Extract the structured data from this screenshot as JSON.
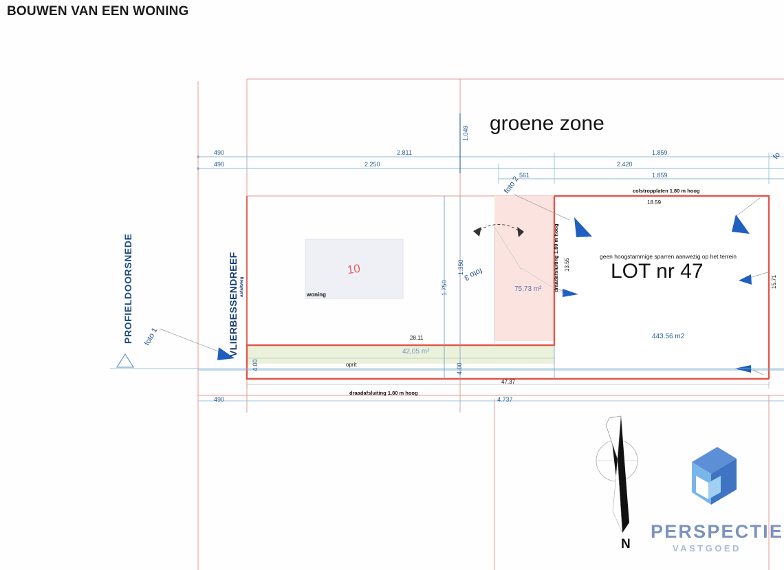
{
  "page": {
    "title": "BOUWEN VAN EEN WONING"
  },
  "plan": {
    "zones": {
      "groene_zone": "groene zone",
      "lot_label": "LOT nr 47",
      "lot_note": "geen hoogstammige sparren aanwezig op het terrein",
      "lot_area": "443.56 m2",
      "terrace_area": "75,73 m²",
      "driveway_area": "42,05 m²",
      "driveway_label": "oprit",
      "house_label": "woning",
      "house_number": "10"
    },
    "fences": {
      "top": "colstropplaten 1.80 m hoog",
      "bottom": "draadafsluiting 1.80 m hoog",
      "right_of_terrace": "draadafsluiting 1.80 m hoog"
    },
    "street": {
      "name": "VLIERBESSENDREEF",
      "type": "asfaltweg",
      "section_label": "PROFIELDOORSNEDE"
    },
    "photo_markers": [
      {
        "id": "foto-1",
        "label": "foto 1"
      },
      {
        "id": "foto-2",
        "label": "foto 2"
      },
      {
        "id": "foto-3",
        "label": "foto 3"
      },
      {
        "id": "foto-4",
        "label": "fo"
      }
    ],
    "dimensions": {
      "top_row_1": [
        "490",
        "2.811",
        "1.049",
        "1.859"
      ],
      "top_row_2": [
        "490",
        "2.250",
        "2.420"
      ],
      "top_row_3": [
        "561",
        "1.859"
      ],
      "lot_top_width": "18.59",
      "lot_right_height": "15.71",
      "terrace_right_height": "13.55",
      "house_offset_a": "1.750",
      "house_offset_b": "1.350",
      "driveway_length": "28.11",
      "driveway_width_left": "4.00",
      "driveway_width_right": "4.00",
      "lot_bottom_total": "47.37",
      "bottom_offset": "4.737",
      "bottom_left": "490"
    },
    "compass": {
      "label": "N"
    }
  },
  "branding": {
    "name": "PERSPECTIEF",
    "tagline": "VASTGOED"
  },
  "colors": {
    "lot_outline": "#e2564a",
    "parcel_line": "#e08a84",
    "dimension_blue": "#2a5c92",
    "arrow_blue": "#1f5fc0",
    "terrace_fill": "#fbe4e0",
    "driveway_fill": "#e6f0d8",
    "house_fill": "#eef0f6",
    "logo_blue": "#7c93bb"
  }
}
